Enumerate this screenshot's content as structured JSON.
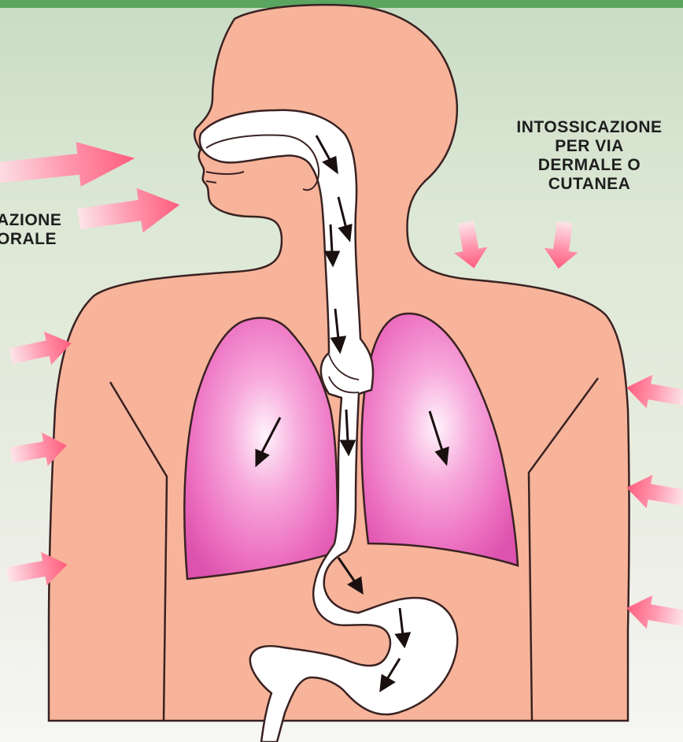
{
  "labels": {
    "oral": [
      "AZIONE",
      "ORALE"
    ],
    "dermal": [
      "INTOSSICAZIONE",
      "PER VIA",
      "DERMALE O",
      "CUTANEA"
    ]
  },
  "colors": {
    "skin": "#f7b49a",
    "outline": "#3a2222",
    "lung_light": "#fff0fa",
    "lung_mid": "#f06fc0",
    "lung_dark": "#d94fa8",
    "tract": "#ffffff",
    "arrow_pink": "#ff6f8a",
    "inner_arrow": "#1a1010",
    "top_bar": "#5aa660"
  },
  "icons": [
    "exposure-arrow-icon",
    "flow-arrow-icon"
  ]
}
